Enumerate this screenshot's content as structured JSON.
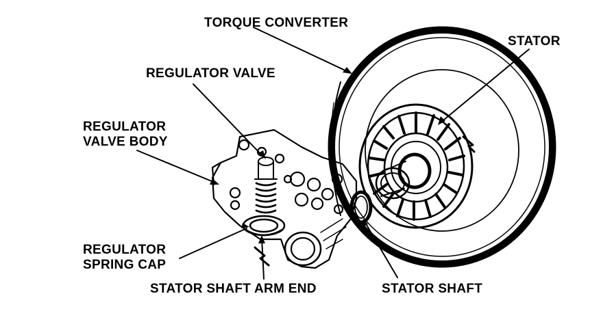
{
  "labels": {
    "torque_converter": "TORQUE CONVERTER",
    "stator": "STATOR",
    "regulator_valve": "REGULATOR VALVE",
    "regulator_valve_body_line1": "REGULATOR",
    "regulator_valve_body_line2": "VALVE BODY",
    "regulator_spring_cap_line1": "REGULATOR",
    "regulator_spring_cap_line2": "SPRING CAP",
    "stator_shaft_arm_end": "STATOR SHAFT ARM END",
    "stator_shaft": "STATOR SHAFT"
  },
  "colors": {
    "ink": "#000000",
    "paper": "#ffffff"
  }
}
